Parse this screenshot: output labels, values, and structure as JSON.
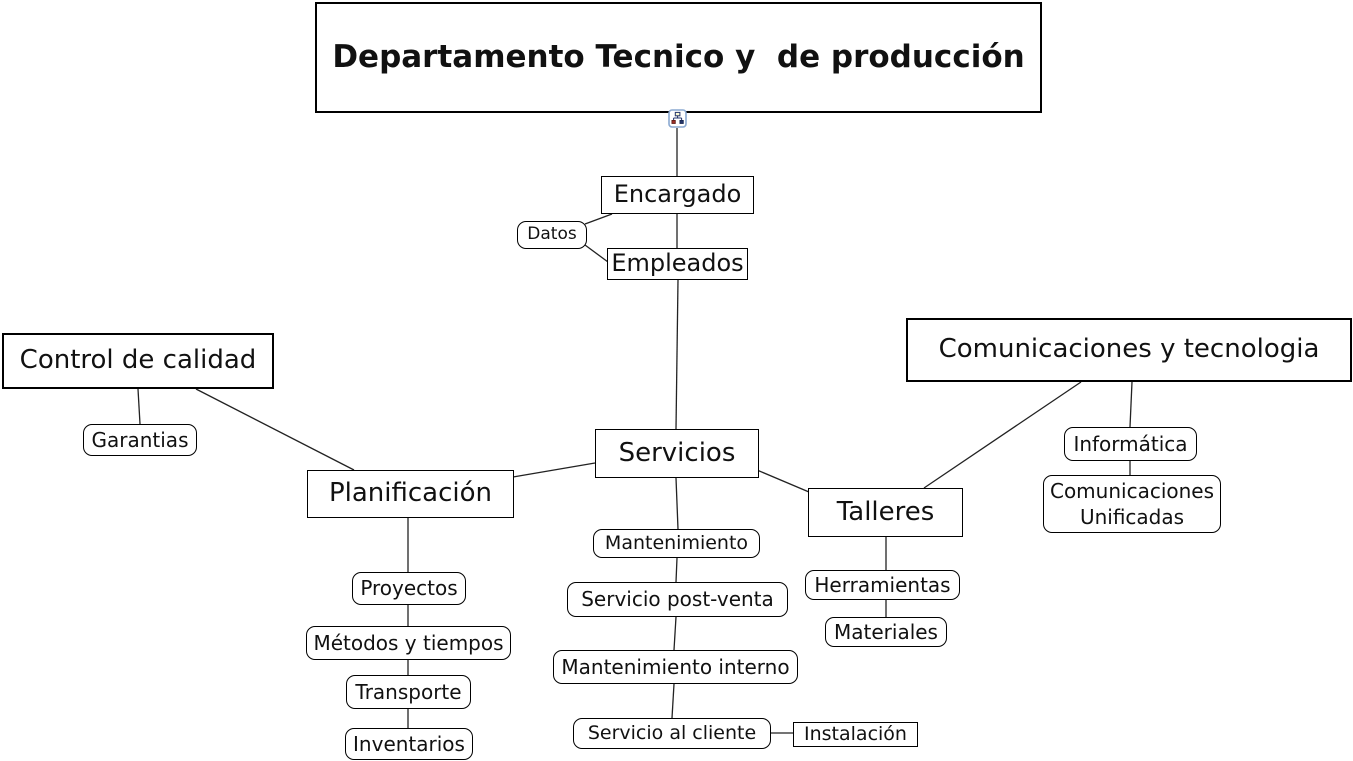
{
  "app": {
    "background": "#ffffff",
    "edge_color": "#222222",
    "node_border_color": "#000000",
    "node_fill_color": "#ffffff",
    "icon_frame_color": "#8aa9d1",
    "icon_blue": "#23356b",
    "icon_red": "#a03028"
  },
  "nodes": {
    "title": {
      "label": "Departamento Tecnico y  de producción"
    },
    "encargado": {
      "label": "Encargado"
    },
    "datos": {
      "label": "Datos"
    },
    "empleados": {
      "label": "Empleados"
    },
    "control_calidad": {
      "label": "Control de calidad"
    },
    "garantias": {
      "label": "Garantias"
    },
    "comunicaciones_tecnologia": {
      "label": "Comunicaciones y tecnologia"
    },
    "informatica": {
      "label": "Informática"
    },
    "comunicaciones_unificadas": {
      "label": "Comunicaciones Unificadas"
    },
    "servicios": {
      "label": "Servicios"
    },
    "planificacion": {
      "label": "Planificación"
    },
    "talleres": {
      "label": "Talleres"
    },
    "proyectos": {
      "label": "Proyectos"
    },
    "metodos_tiempos": {
      "label": "Métodos y tiempos"
    },
    "transporte": {
      "label": "Transporte"
    },
    "inventarios": {
      "label": "Inventarios"
    },
    "mantenimiento": {
      "label": "Mantenimiento"
    },
    "servicio_post_venta": {
      "label": "Servicio post-venta"
    },
    "mantenimiento_interno": {
      "label": "Mantenimiento interno"
    },
    "servicio_cliente": {
      "label": "Servicio al cliente"
    },
    "instalacion": {
      "label": "Instalación"
    },
    "herramientas": {
      "label": "Herramientas"
    },
    "materiales": {
      "label": "Materiales"
    }
  },
  "icons": {
    "nested_node_icon": "tree-hierarchy"
  },
  "edges": [
    {
      "from": "title",
      "to": "encargado"
    },
    {
      "from": "encargado",
      "to": "empleados"
    },
    {
      "from": "empleados",
      "to": "servicios"
    },
    {
      "from": "datos",
      "to": "encargado"
    },
    {
      "from": "datos",
      "to": "empleados"
    },
    {
      "from": "control_calidad",
      "to": "garantias"
    },
    {
      "from": "control_calidad",
      "to": "planificacion"
    },
    {
      "from": "planificacion",
      "to": "servicios"
    },
    {
      "from": "servicios",
      "to": "talleres"
    },
    {
      "from": "comunicaciones_tecnologia",
      "to": "talleres"
    },
    {
      "from": "comunicaciones_tecnologia",
      "to": "informatica"
    },
    {
      "from": "informatica",
      "to": "comunicaciones_unificadas"
    },
    {
      "from": "servicios",
      "to": "mantenimiento"
    },
    {
      "from": "mantenimiento",
      "to": "servicio_post_venta"
    },
    {
      "from": "servicio_post_venta",
      "to": "mantenimiento_interno"
    },
    {
      "from": "mantenimiento_interno",
      "to": "servicio_cliente"
    },
    {
      "from": "servicio_cliente",
      "to": "instalacion"
    },
    {
      "from": "planificacion",
      "to": "proyectos"
    },
    {
      "from": "proyectos",
      "to": "metodos_tiempos"
    },
    {
      "from": "metodos_tiempos",
      "to": "transporte"
    },
    {
      "from": "transporte",
      "to": "inventarios"
    },
    {
      "from": "talleres",
      "to": "herramientas"
    },
    {
      "from": "herramientas",
      "to": "materiales"
    }
  ]
}
